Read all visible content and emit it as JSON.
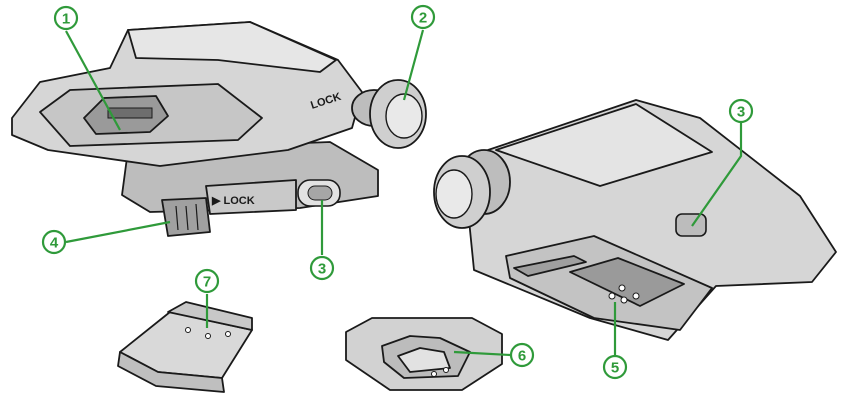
{
  "colors": {
    "callout": "#2f9a3a",
    "device_body": "#cfcfcf",
    "device_dark": "#a9a9a9",
    "outline": "#1a1a1a"
  },
  "body_text": {
    "lock_top": "LOCK",
    "lock_front": "▶ LOCK"
  },
  "callouts": [
    {
      "id": "1",
      "label": "1"
    },
    {
      "id": "2",
      "label": "2"
    },
    {
      "id": "3a",
      "label": "3"
    },
    {
      "id": "3b",
      "label": "3"
    },
    {
      "id": "4",
      "label": "4"
    },
    {
      "id": "5",
      "label": "5"
    },
    {
      "id": "6",
      "label": "6"
    },
    {
      "id": "7",
      "label": "7"
    }
  ]
}
